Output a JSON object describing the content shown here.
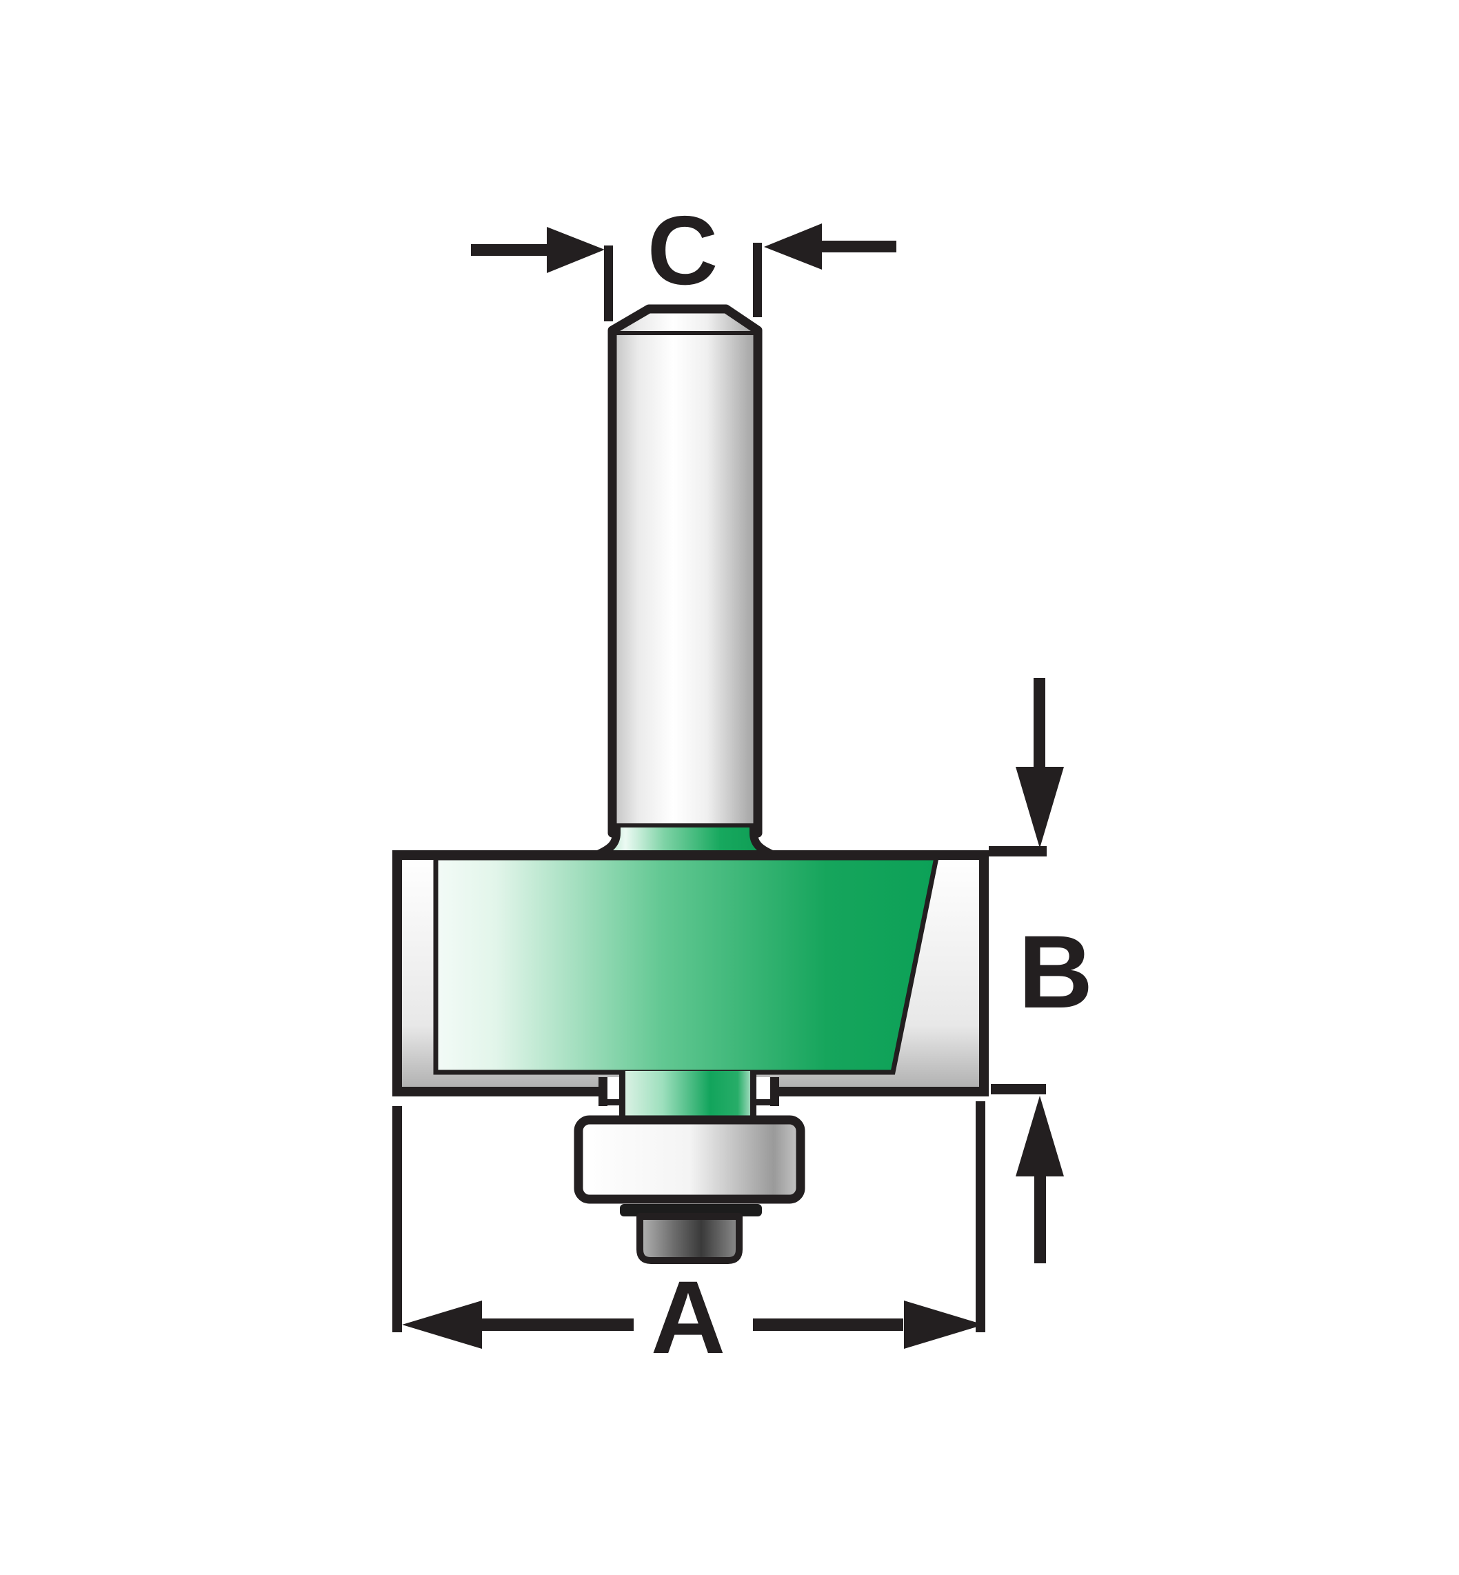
{
  "diagram": {
    "labels": {
      "c": "C",
      "b": "B",
      "a": "A"
    },
    "colors": {
      "line": "#231f20",
      "green": "#0ca45a",
      "green_pale": "#eaf8f1",
      "steel_light": "#ffffff",
      "steel_dark": "#9c9c9c",
      "hub_dark": "#3a3a3a",
      "background": "#ffffff"
    },
    "parts": [
      "shank",
      "shank-chamfer",
      "shank-collar",
      "cutter-body",
      "carbide-insert",
      "pilot-neck",
      "ball-bearing",
      "washer",
      "bearing-hub"
    ]
  }
}
